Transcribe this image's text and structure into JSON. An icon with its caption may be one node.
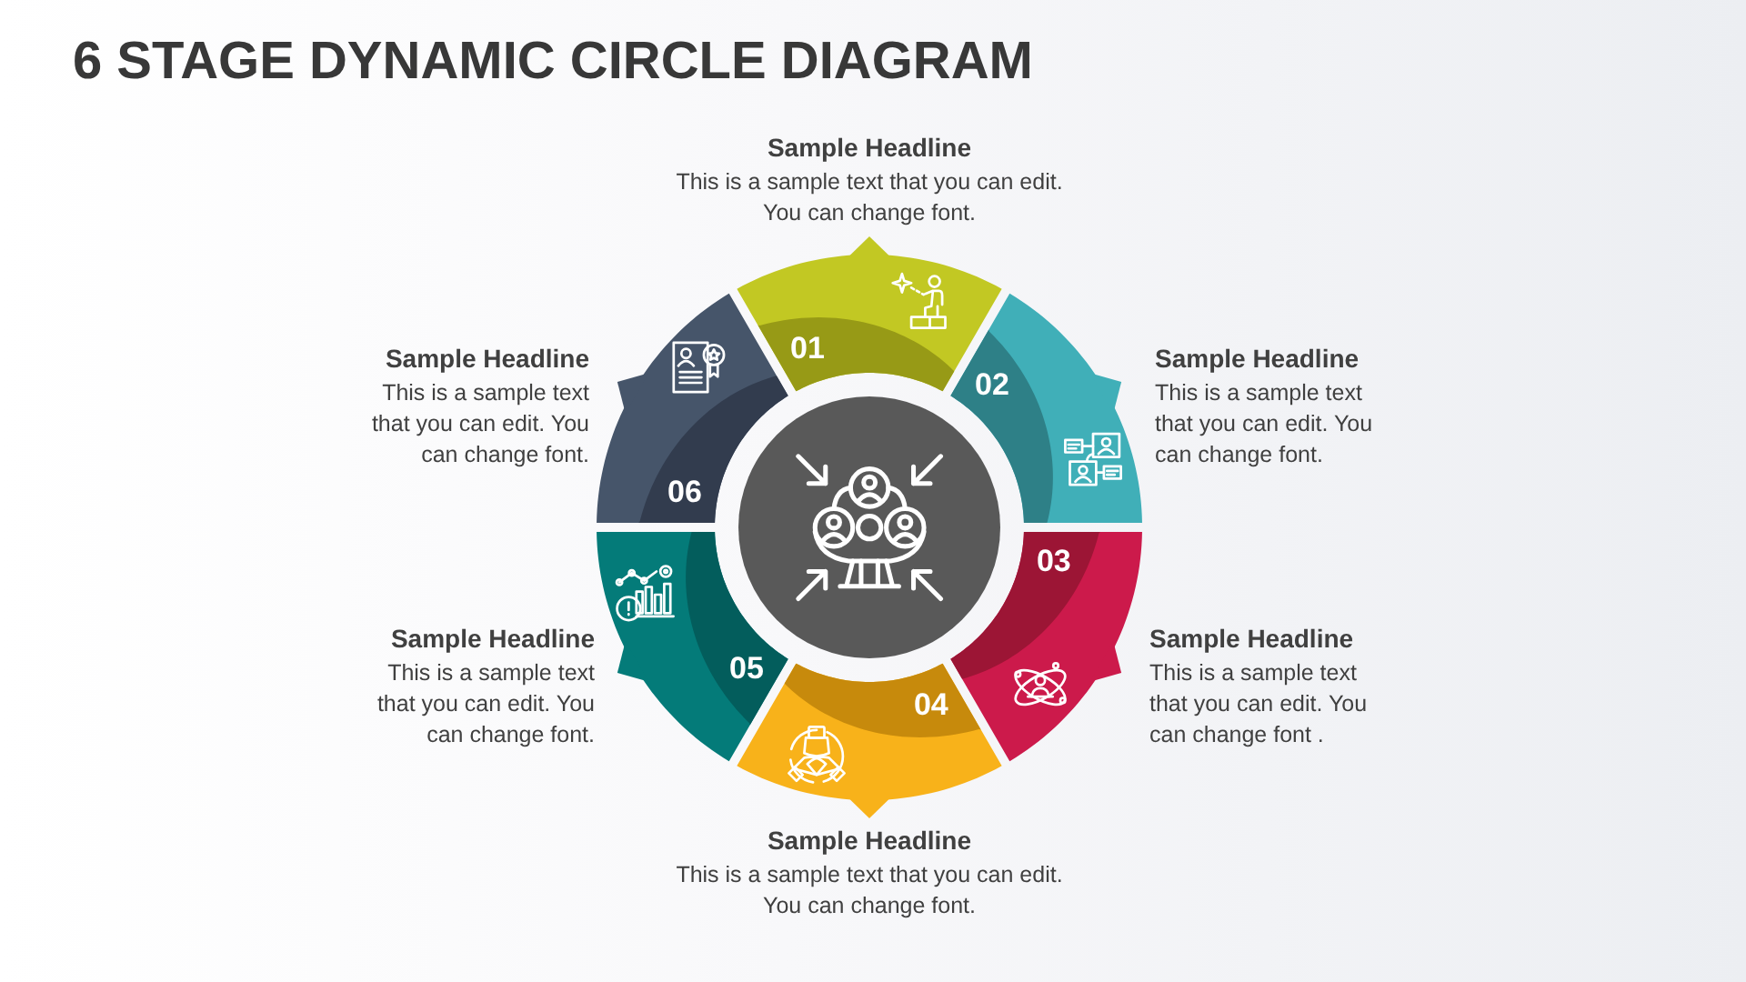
{
  "diagram": {
    "title": "6 STAGE DYNAMIC CIRCLE DIAGRAM",
    "nodes": [
      {
        "text": [
          "01"
        ],
        "beside": [
          "Sample Headline",
          "This is a sample text that you can edit. You can change font."
        ]
      },
      {
        "text": [
          "02"
        ],
        "beside": [
          "Sample Headline",
          "This is a sample text that you can edit. You can change font."
        ]
      },
      {
        "text": [
          "03"
        ],
        "beside": [
          "Sample Headline",
          "This is a sample text that you can edit. You can change font ."
        ]
      },
      {
        "text": [
          "04"
        ],
        "beside": [
          "Sample Headline",
          "This is a sample text that you can edit. You can change font."
        ]
      },
      {
        "text": [
          "05"
        ],
        "beside": [
          "Sample Headline",
          "This is a sample text that you can edit. You can change font."
        ]
      },
      {
        "text": [
          "06"
        ],
        "beside": [
          "Sample Headline",
          "This is a sample text that you can edit. You can change font."
        ]
      },
      {
        "text": [],
        "shape": "circle"
      }
    ]
  }
}
